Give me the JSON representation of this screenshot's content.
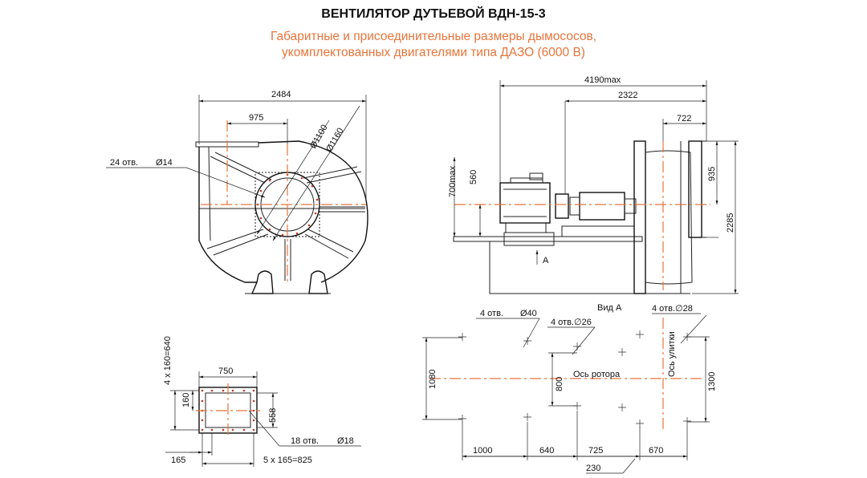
{
  "title": "ВЕНТИЛЯТОР ДУТЬЕВОЙ ВДН-15-3",
  "subtitle_line1": "Габаритные и присоединительные размеры дымососов,",
  "subtitle_line2": "укомплектованных двигателями типа ДАЗО (6000 В)",
  "front_view": {
    "dim_width": "2484",
    "dim_975": "975",
    "dim_d1100": "Ø1100",
    "dim_d1160": "Ø1160",
    "holes_label": "24 отв.",
    "holes_dia": "Ø14"
  },
  "side_view": {
    "dim_4190": "4190max",
    "dim_2322": "2322",
    "dim_722": "722",
    "dim_700": "700max",
    "dim_560": "560",
    "dim_935": "935",
    "dim_2285": "2285",
    "view_arrow": "A"
  },
  "flange_view": {
    "dim_4x160": "4 x 160=640",
    "dim_750": "750",
    "dim_160": "160",
    "dim_558": "558",
    "holes_label": "18 отв.",
    "holes_dia": "Ø18",
    "dim_165": "165",
    "dim_5x165": "5 x 165=825"
  },
  "plan_view": {
    "view_title": "Вид А",
    "holes_40": "4 отв.",
    "holes_40_dia": "Ø40",
    "holes_26": "4 отв.∅26",
    "holes_28": "4 отв.∅28",
    "axis_rotor": "Ось ротора",
    "axis_volute": "Ось улитки",
    "dim_1080": "1080",
    "dim_800": "800",
    "dim_1300": "1300",
    "dim_1000": "1000",
    "dim_640": "640",
    "dim_725": "725",
    "dim_670": "670",
    "dim_230": "230"
  }
}
